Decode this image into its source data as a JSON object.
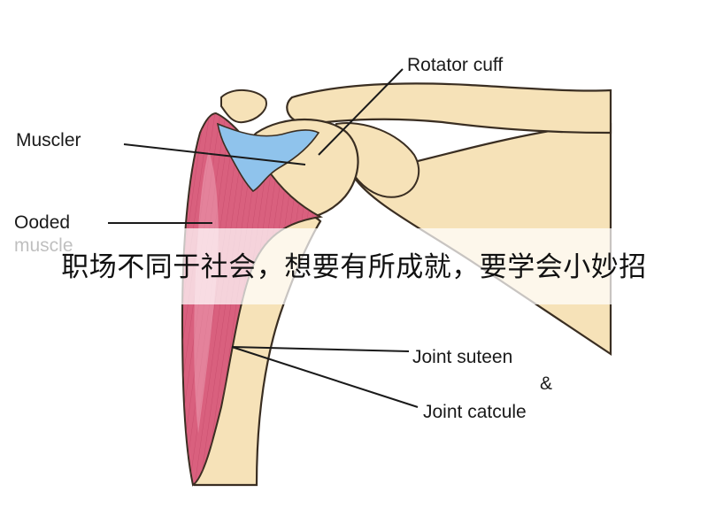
{
  "labels": {
    "rotator_cuff": "Rotator cuff",
    "muscler": "Muscler",
    "ooded": "Ooded",
    "muscle": "muscle",
    "joint_suteen": "Joint suteen",
    "ampersand": "&",
    "joint_catcule": "Joint catcule"
  },
  "caption": "职场不同于社会，想要有所成就，要学会小妙招",
  "colors": {
    "bone": "#f6e2b8",
    "bone_outline": "#3a2e22",
    "muscle": "#d9607e",
    "muscle_light": "#ec9fb2",
    "cartilage": "#8fc3ec",
    "leader_line": "#1a1a1a"
  }
}
